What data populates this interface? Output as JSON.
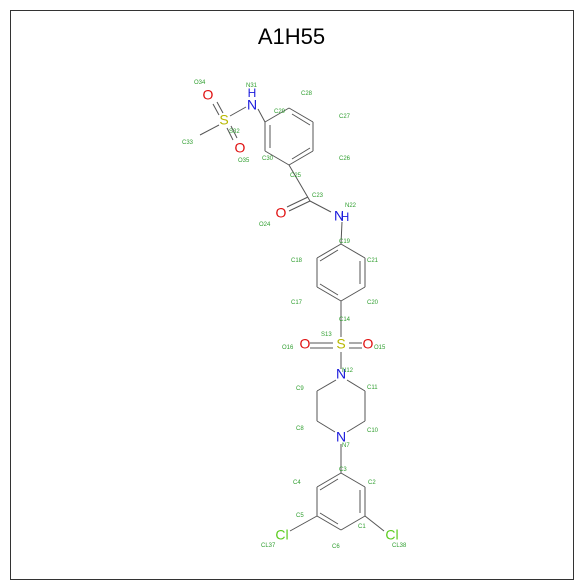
{
  "title": "A1H55",
  "colors": {
    "bond": "#555555",
    "N": "#1a1adc",
    "O": "#e01010",
    "S": "#b8b800",
    "Cl": "#5ccc20",
    "label": "#2e9e2e"
  },
  "heteroatoms": {
    "N31": "N",
    "H31": "H",
    "S32": "S",
    "O34": "O",
    "O35": "O",
    "O24": "O",
    "N22": "N",
    "H22": "H",
    "S13": "S",
    "O16": "O",
    "O15": "O",
    "N12": "N",
    "N7": "N",
    "CL37": "Cl",
    "CL38": "Cl"
  },
  "labels": {
    "O34": "O34",
    "N31": "N31",
    "C28": "C28",
    "C29": "C29",
    "C27": "C27",
    "C33": "C33",
    "S32": "S32",
    "O35": "O35",
    "C30": "C30",
    "C26": "C26",
    "C25": "C25",
    "C23": "C23",
    "N22": "N22",
    "O24": "O24",
    "C19": "C19",
    "C18": "C18",
    "C21": "C21",
    "C17": "C17",
    "C20": "C20",
    "C14": "C14",
    "S13": "S13",
    "O16": "O16",
    "O15": "O15",
    "N12": "N12",
    "C9": "C9",
    "C11": "C11",
    "C8": "C8",
    "C10": "C10",
    "N7": "N7",
    "C3": "C3",
    "C4": "C4",
    "C2": "C2",
    "C5": "C5",
    "C1": "C1",
    "CL37": "CL37",
    "C6": "C6",
    "CL38": "CL38"
  }
}
